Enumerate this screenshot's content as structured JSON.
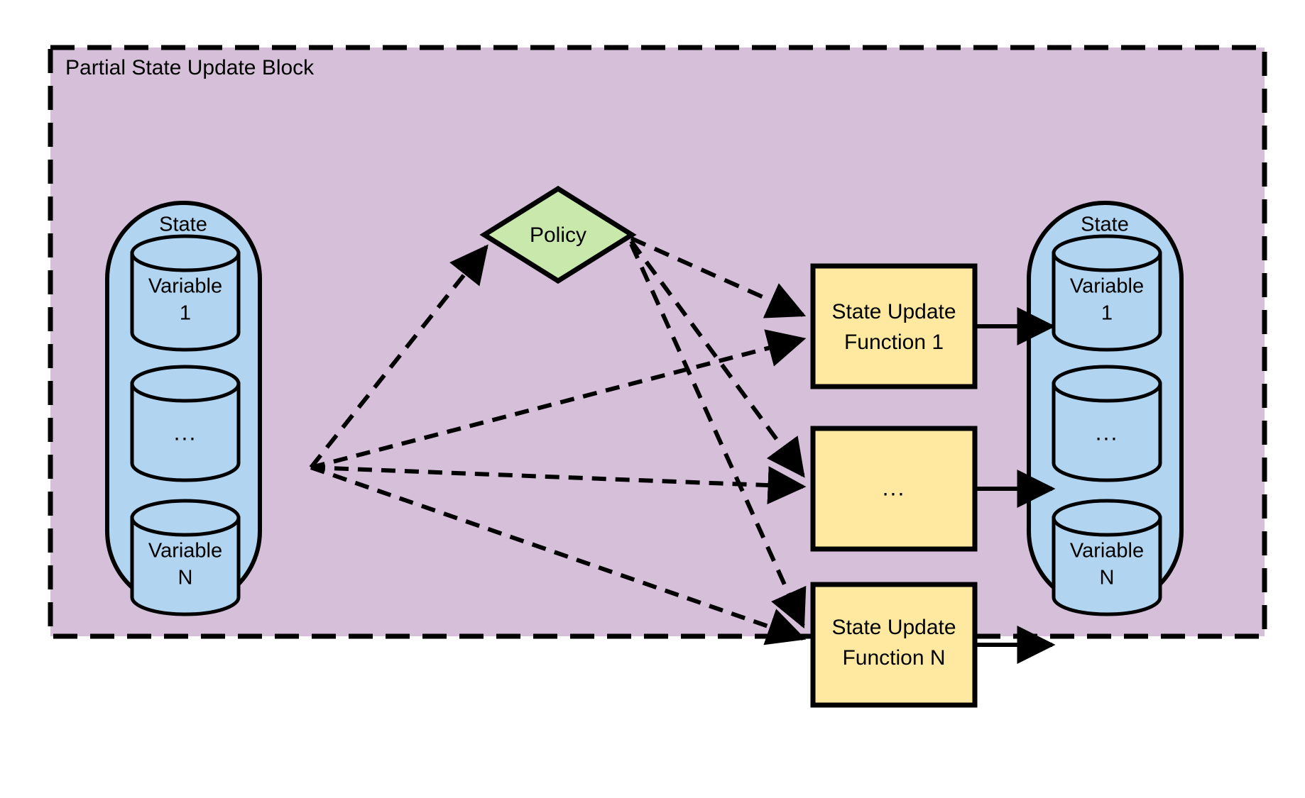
{
  "diagram": {
    "title": "Partial State Update Block",
    "type": "flow",
    "colors": {
      "block_fill": "#d5bfd9",
      "block_stroke": "#000000",
      "state_fill": "#b1d5f0",
      "state_stroke": "#000000",
      "policy_fill": "#c9e8ac",
      "policy_stroke": "#000000",
      "function_fill": "#ffe9a0",
      "function_stroke": "#000000",
      "edge_color": "#000000",
      "canvas": "#ffffff"
    },
    "input_state": {
      "label": "State",
      "variables": [
        {
          "line1": "Variable",
          "line2": "1"
        },
        {
          "line1": "...",
          "line2": ""
        },
        {
          "line1": "Variable",
          "line2": "N"
        }
      ]
    },
    "policy": {
      "label": "Policy",
      "shape": "diamond"
    },
    "update_functions": [
      {
        "line1": "State Update",
        "line2": "Function 1"
      },
      {
        "line1": "...",
        "line2": ""
      },
      {
        "line1": "State Update",
        "line2": "Function N"
      }
    ],
    "output_state": {
      "label": "State",
      "variables": [
        {
          "line1": "Variable",
          "line2": "1"
        },
        {
          "line1": "...",
          "line2": ""
        },
        {
          "line1": "Variable",
          "line2": "N"
        }
      ]
    },
    "edges": [
      {
        "from": "input-state",
        "to": "policy",
        "style": "dashed",
        "arrow": true
      },
      {
        "from": "input-state",
        "to": "state-update-function-1",
        "style": "dashed",
        "arrow": true
      },
      {
        "from": "input-state",
        "to": "state-update-function-dots",
        "style": "dashed",
        "arrow": true
      },
      {
        "from": "input-state",
        "to": "state-update-function-n",
        "style": "dashed",
        "arrow": true
      },
      {
        "from": "policy",
        "to": "state-update-function-1",
        "style": "dashed",
        "arrow": true
      },
      {
        "from": "policy",
        "to": "state-update-function-dots",
        "style": "dashed",
        "arrow": true
      },
      {
        "from": "policy",
        "to": "state-update-function-n",
        "style": "dashed",
        "arrow": true
      },
      {
        "from": "state-update-function-1",
        "to": "output-variable-1",
        "style": "solid",
        "arrow": true
      },
      {
        "from": "state-update-function-dots",
        "to": "output-variable-dots",
        "style": "solid",
        "arrow": true
      },
      {
        "from": "state-update-function-n",
        "to": "output-variable-n",
        "style": "solid",
        "arrow": true
      }
    ]
  }
}
